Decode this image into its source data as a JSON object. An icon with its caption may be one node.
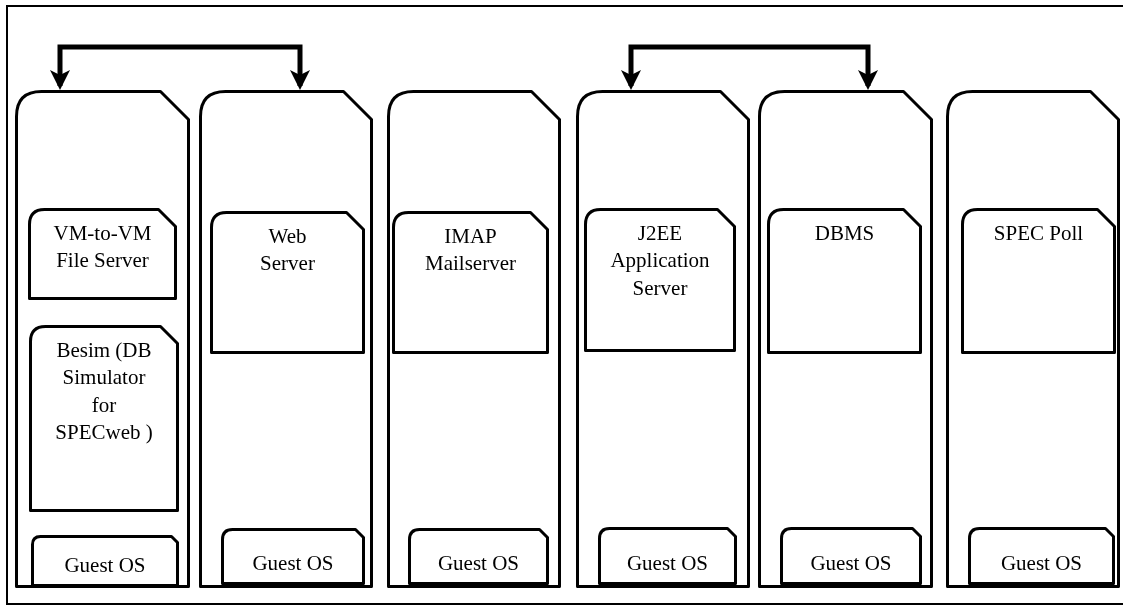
{
  "diagram": {
    "nodes": [
      {
        "text": [],
        "shape": "box"
      },
      {
        "text": [
          "VM-to-VM File Server"
        ],
        "in": 0
      },
      {
        "text": [
          "Besim (DB Simulator for SPECweb )"
        ],
        "in": 0
      },
      {
        "text": [
          "Guest OS"
        ],
        "in": 0
      },
      {
        "text": [],
        "shape": "box"
      },
      {
        "text": [
          "Web Server"
        ],
        "in": 4
      },
      {
        "text": [
          "Guest OS"
        ],
        "in": 4
      },
      {
        "text": [],
        "shape": "box"
      },
      {
        "text": [
          "IMAP Mailserver"
        ],
        "in": 7
      },
      {
        "text": [
          "Guest OS"
        ],
        "in": 7
      },
      {
        "text": [],
        "shape": "box"
      },
      {
        "text": [
          "J2EE Application Server"
        ],
        "in": 10
      },
      {
        "text": [
          "Guest OS"
        ],
        "in": 10
      },
      {
        "text": [],
        "shape": "box"
      },
      {
        "text": [
          "DBMS"
        ],
        "in": 13
      },
      {
        "text": [
          "Guest OS"
        ],
        "in": 13
      },
      {
        "text": [],
        "shape": "box"
      },
      {
        "text": [
          "SPEC Poll"
        ],
        "in": 16
      },
      {
        "text": [
          "Guest OS"
        ],
        "in": 16
      }
    ],
    "edges": [
      {
        "from": 0,
        "to": 4,
        "arrow": "both"
      },
      {
        "from": 10,
        "to": 13,
        "arrow": "both"
      }
    ]
  }
}
